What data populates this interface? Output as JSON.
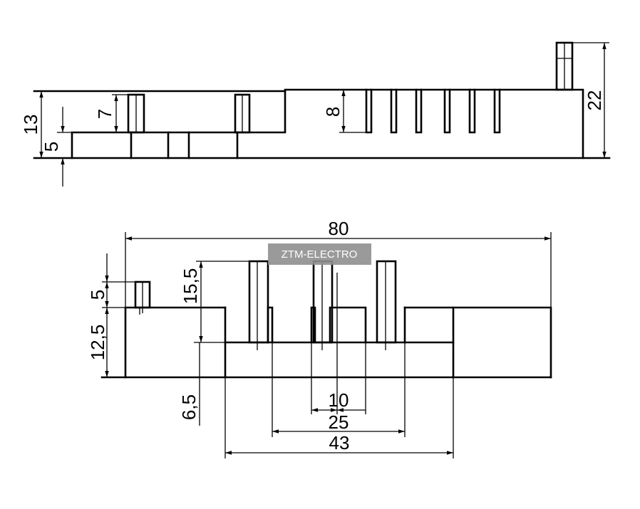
{
  "watermark": "ZTM-ELECTRO",
  "side_view": {
    "dimensions": {
      "overall_height": "13",
      "base_height": "5",
      "pin_height": "7",
      "fin_depth": "8",
      "total_height": "22"
    }
  },
  "front_view": {
    "dimensions": {
      "overall_length": "80",
      "pin_height": "15,5",
      "tab_height": "5",
      "body_height": "12,5",
      "base_step": "6,5",
      "pitch": "10",
      "span_25": "25",
      "span_43": "43"
    }
  }
}
